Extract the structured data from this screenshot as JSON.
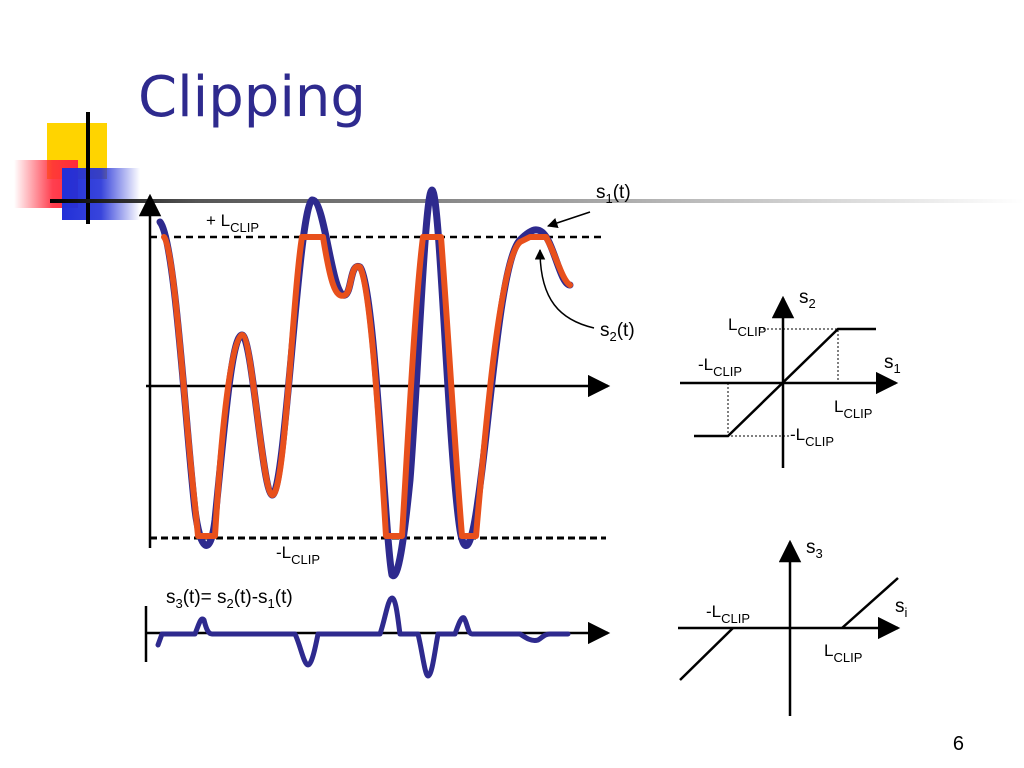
{
  "slide": {
    "title": "Clipping",
    "page_number": "6"
  },
  "colors": {
    "title": "#2e2a8e",
    "original_signal": "#2e2a8e",
    "clipped_signal": "#e8501c",
    "logo_yellow": "#ffd400",
    "logo_red": "#ff2a3c",
    "logo_blue": "#2230d8"
  },
  "main_plot": {
    "upper_level": "+ L",
    "upper_level_sub": "CLIP",
    "lower_level": "-L",
    "lower_level_sub": "CLIP",
    "s1_label": "s",
    "s1_sub": "1",
    "s1_arg": "(t)",
    "s2_label": "s",
    "s2_sub": "2",
    "s2_arg": "(t)"
  },
  "error_plot": {
    "p1": "s",
    "p1_sub": "3",
    "p2": "(t)= s",
    "p2_sub": "2",
    "p3": "(t)-s",
    "p3_sub": "1",
    "p4": "(t)"
  },
  "transfer_clip": {
    "y_axis": "s",
    "y_axis_sub": "2",
    "x_axis": "s",
    "x_axis_sub": "1",
    "pos_level": "L",
    "pos_level_sub": "CLIP",
    "neg_level": "-L",
    "neg_level_sub": "CLIP",
    "pos_x": "L",
    "pos_x_sub": "CLIP",
    "neg_y": "-L",
    "neg_y_sub": "CLIP"
  },
  "transfer_error": {
    "y_axis": "s",
    "y_axis_sub": "3",
    "x_axis": "s",
    "x_axis_sub": "i",
    "neg_level": "-L",
    "neg_level_sub": "CLIP",
    "pos_level": "L",
    "pos_level_sub": "CLIP"
  }
}
